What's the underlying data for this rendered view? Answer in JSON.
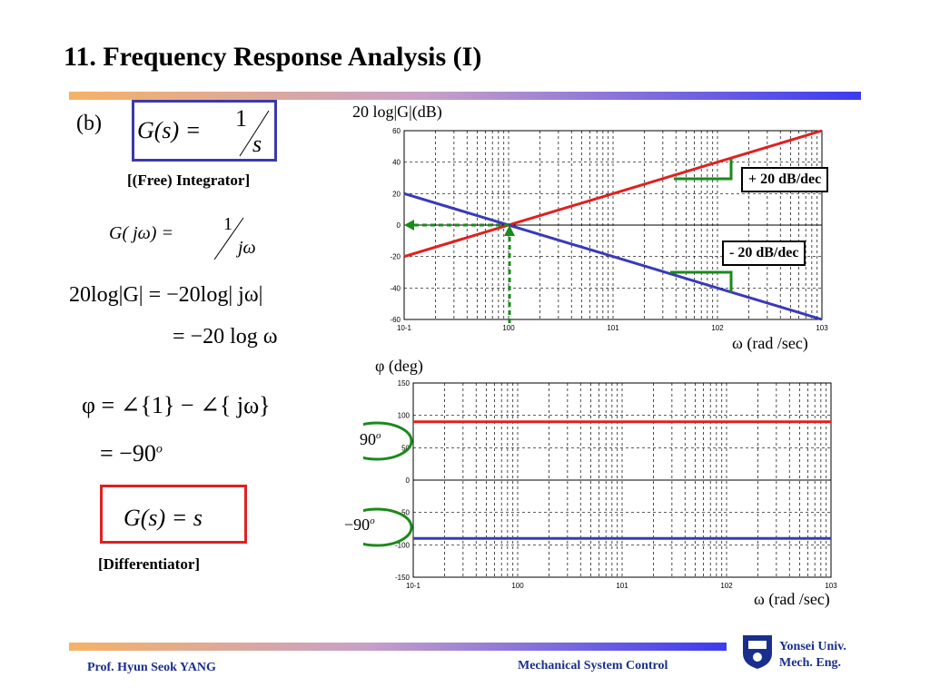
{
  "title": "11. Frequency Response Analysis (I)",
  "part_label": "(b)",
  "integrator_tf": {
    "lhs": "G(s) =",
    "num": "1",
    "den": "s"
  },
  "integrator_caption": "[(Free) Integrator]",
  "freq_tf": {
    "lhs": "G( jω) =",
    "num": "1",
    "den": "jω"
  },
  "mag_eq1": "20log|G| = −20log| jω|",
  "mag_eq2": "= −20 log ω",
  "phase_eq1": "φ = ∠{1} − ∠{ jω}",
  "phase_eq2": "= −90",
  "phase_eq2_sup": "o",
  "diff_tf": "G(s) = s",
  "diff_caption": "[Differentiator]",
  "mag_ylabel": "20 log|G|(dB)",
  "phase_ylabel": "φ (deg)",
  "xlabel": "ω (rad /sec)",
  "slope_pos": "+ 20 dB/dec",
  "slope_neg": "- 20 dB/dec",
  "phase_pos": "90",
  "phase_neg": "−90",
  "phase_sup": "o",
  "footer": {
    "author": "Prof. Hyun Seok YANG",
    "course": "Mechanical System Control",
    "univ": "Yonsei Univ.",
    "dept": "Mech. Eng."
  },
  "colors": {
    "red": "#e02020",
    "blue": "#3a3ab8",
    "green": "#1a8a1a",
    "navy": "#1a2f8c"
  },
  "chart_data": [
    {
      "type": "line",
      "xscale": "log",
      "xlim": [
        0.1,
        1000
      ],
      "ylim": [
        -60,
        60
      ],
      "yticks": [
        60,
        40,
        20,
        0,
        -20,
        -40,
        -60
      ],
      "xticks": [
        "10-1",
        "100",
        "101",
        "102",
        "103"
      ],
      "grid": true,
      "series": [
        {
          "x": [
            0.1,
            1000
          ],
          "values": [
            -20,
            60
          ],
          "color": "#e02020"
        },
        {
          "x": [
            0.1,
            1000
          ],
          "values": [
            20,
            -60
          ],
          "color": "#3a3ab8"
        }
      ]
    },
    {
      "type": "line",
      "xscale": "log",
      "xlim": [
        0.1,
        1000
      ],
      "ylim": [
        -150,
        150
      ],
      "yticks": [
        150,
        100,
        50,
        0,
        -50,
        -100,
        -150
      ],
      "xticks": [
        "10-1",
        "100",
        "101",
        "102",
        "103"
      ],
      "grid": true,
      "series": [
        {
          "x": [
            0.1,
            1000
          ],
          "values": [
            90,
            90
          ],
          "color": "#e02020"
        },
        {
          "x": [
            0.1,
            1000
          ],
          "values": [
            -90,
            -90
          ],
          "color": "#3a3ab8"
        }
      ]
    }
  ]
}
